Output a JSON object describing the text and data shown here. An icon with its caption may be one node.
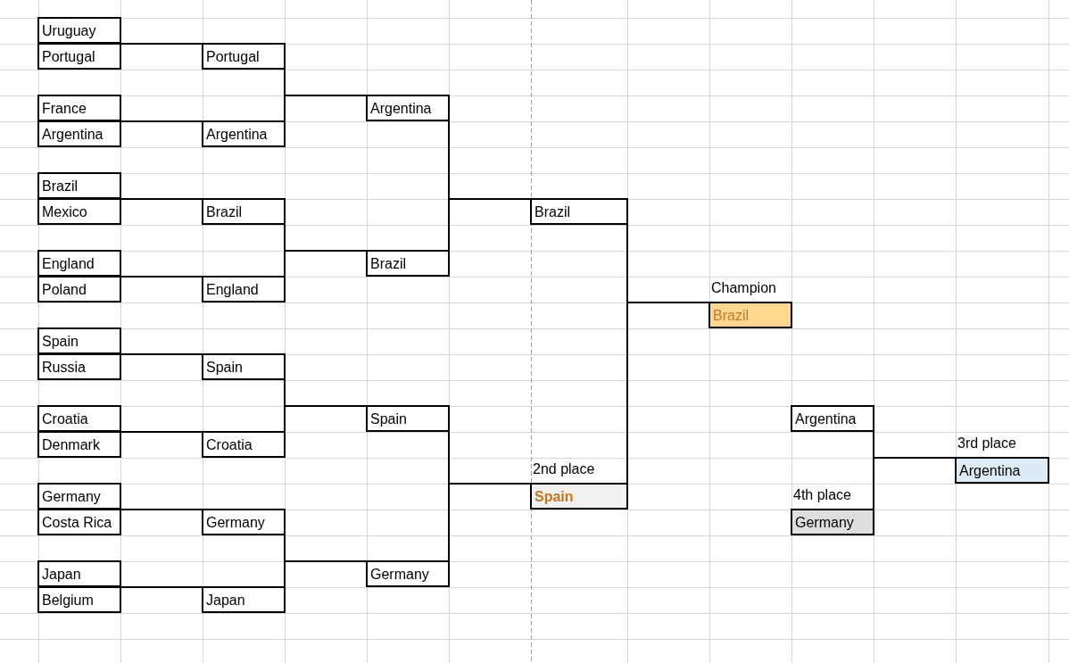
{
  "diagram": {
    "nodes": [
      {
        "text": [
          "Uruguay"
        ]
      },
      {
        "text": [
          "Portugal"
        ]
      },
      {
        "text": [
          "France"
        ]
      },
      {
        "text": [
          "Argentina"
        ]
      },
      {
        "text": [
          "Brazil"
        ]
      },
      {
        "text": [
          "Mexico"
        ]
      },
      {
        "text": [
          "England"
        ]
      },
      {
        "text": [
          "Poland"
        ]
      },
      {
        "text": [
          "Spain"
        ]
      },
      {
        "text": [
          "Russia"
        ]
      },
      {
        "text": [
          "Croatia"
        ]
      },
      {
        "text": [
          "Denmark"
        ]
      },
      {
        "text": [
          "Germany"
        ]
      },
      {
        "text": [
          "Costa Rica"
        ]
      },
      {
        "text": [
          "Japan"
        ]
      },
      {
        "text": [
          "Belgium"
        ]
      },
      {
        "text": [
          "Portugal"
        ]
      },
      {
        "text": [
          "Argentina"
        ]
      },
      {
        "text": [
          "Brazil"
        ]
      },
      {
        "text": [
          "England"
        ]
      },
      {
        "text": [
          "Spain"
        ]
      },
      {
        "text": [
          "Croatia"
        ]
      },
      {
        "text": [
          "Germany"
        ]
      },
      {
        "text": [
          "Japan"
        ]
      },
      {
        "text": [
          "Argentina"
        ]
      },
      {
        "text": [
          "Brazil"
        ]
      },
      {
        "text": [
          "Spain"
        ]
      },
      {
        "text": [
          "Germany"
        ]
      },
      {
        "text": [
          "Brazil"
        ]
      },
      {
        "text": [
          "2nd place",
          "Spain"
        ]
      },
      {
        "text": [
          "Champion",
          "Brazil"
        ]
      },
      {
        "text": [
          "Argentina"
        ]
      },
      {
        "text": [
          "4th place",
          "Germany"
        ]
      },
      {
        "text": [
          "3rd place",
          "Argentina"
        ]
      }
    ],
    "edges": [
      {
        "from": 0,
        "to": 16,
        "arrow": "none"
      },
      {
        "from": 1,
        "to": 16,
        "arrow": "none"
      },
      {
        "from": 2,
        "to": 17,
        "arrow": "none"
      },
      {
        "from": 3,
        "to": 17,
        "arrow": "none"
      },
      {
        "from": 4,
        "to": 18,
        "arrow": "none"
      },
      {
        "from": 5,
        "to": 18,
        "arrow": "none"
      },
      {
        "from": 6,
        "to": 19,
        "arrow": "none"
      },
      {
        "from": 7,
        "to": 19,
        "arrow": "none"
      },
      {
        "from": 8,
        "to": 20,
        "arrow": "none"
      },
      {
        "from": 9,
        "to": 20,
        "arrow": "none"
      },
      {
        "from": 10,
        "to": 21,
        "arrow": "none"
      },
      {
        "from": 11,
        "to": 21,
        "arrow": "none"
      },
      {
        "from": 12,
        "to": 22,
        "arrow": "none"
      },
      {
        "from": 13,
        "to": 22,
        "arrow": "none"
      },
      {
        "from": 14,
        "to": 23,
        "arrow": "none"
      },
      {
        "from": 15,
        "to": 23,
        "arrow": "none"
      },
      {
        "from": 16,
        "to": 24,
        "arrow": "none"
      },
      {
        "from": 17,
        "to": 24,
        "arrow": "none"
      },
      {
        "from": 18,
        "to": 25,
        "arrow": "none"
      },
      {
        "from": 19,
        "to": 25,
        "arrow": "none"
      },
      {
        "from": 20,
        "to": 26,
        "arrow": "none"
      },
      {
        "from": 21,
        "to": 26,
        "arrow": "none"
      },
      {
        "from": 22,
        "to": 27,
        "arrow": "none"
      },
      {
        "from": 23,
        "to": 27,
        "arrow": "none"
      },
      {
        "from": 24,
        "to": 28,
        "arrow": "none"
      },
      {
        "from": 25,
        "to": 28,
        "arrow": "none"
      },
      {
        "from": 26,
        "to": 29,
        "arrow": "none"
      },
      {
        "from": 27,
        "to": 29,
        "arrow": "none"
      },
      {
        "from": 28,
        "to": 30,
        "arrow": "none"
      },
      {
        "from": 29,
        "to": 30,
        "arrow": "none"
      },
      {
        "from": 31,
        "to": 33,
        "arrow": "none"
      },
      {
        "from": 32,
        "to": 33,
        "arrow": "none"
      }
    ]
  }
}
